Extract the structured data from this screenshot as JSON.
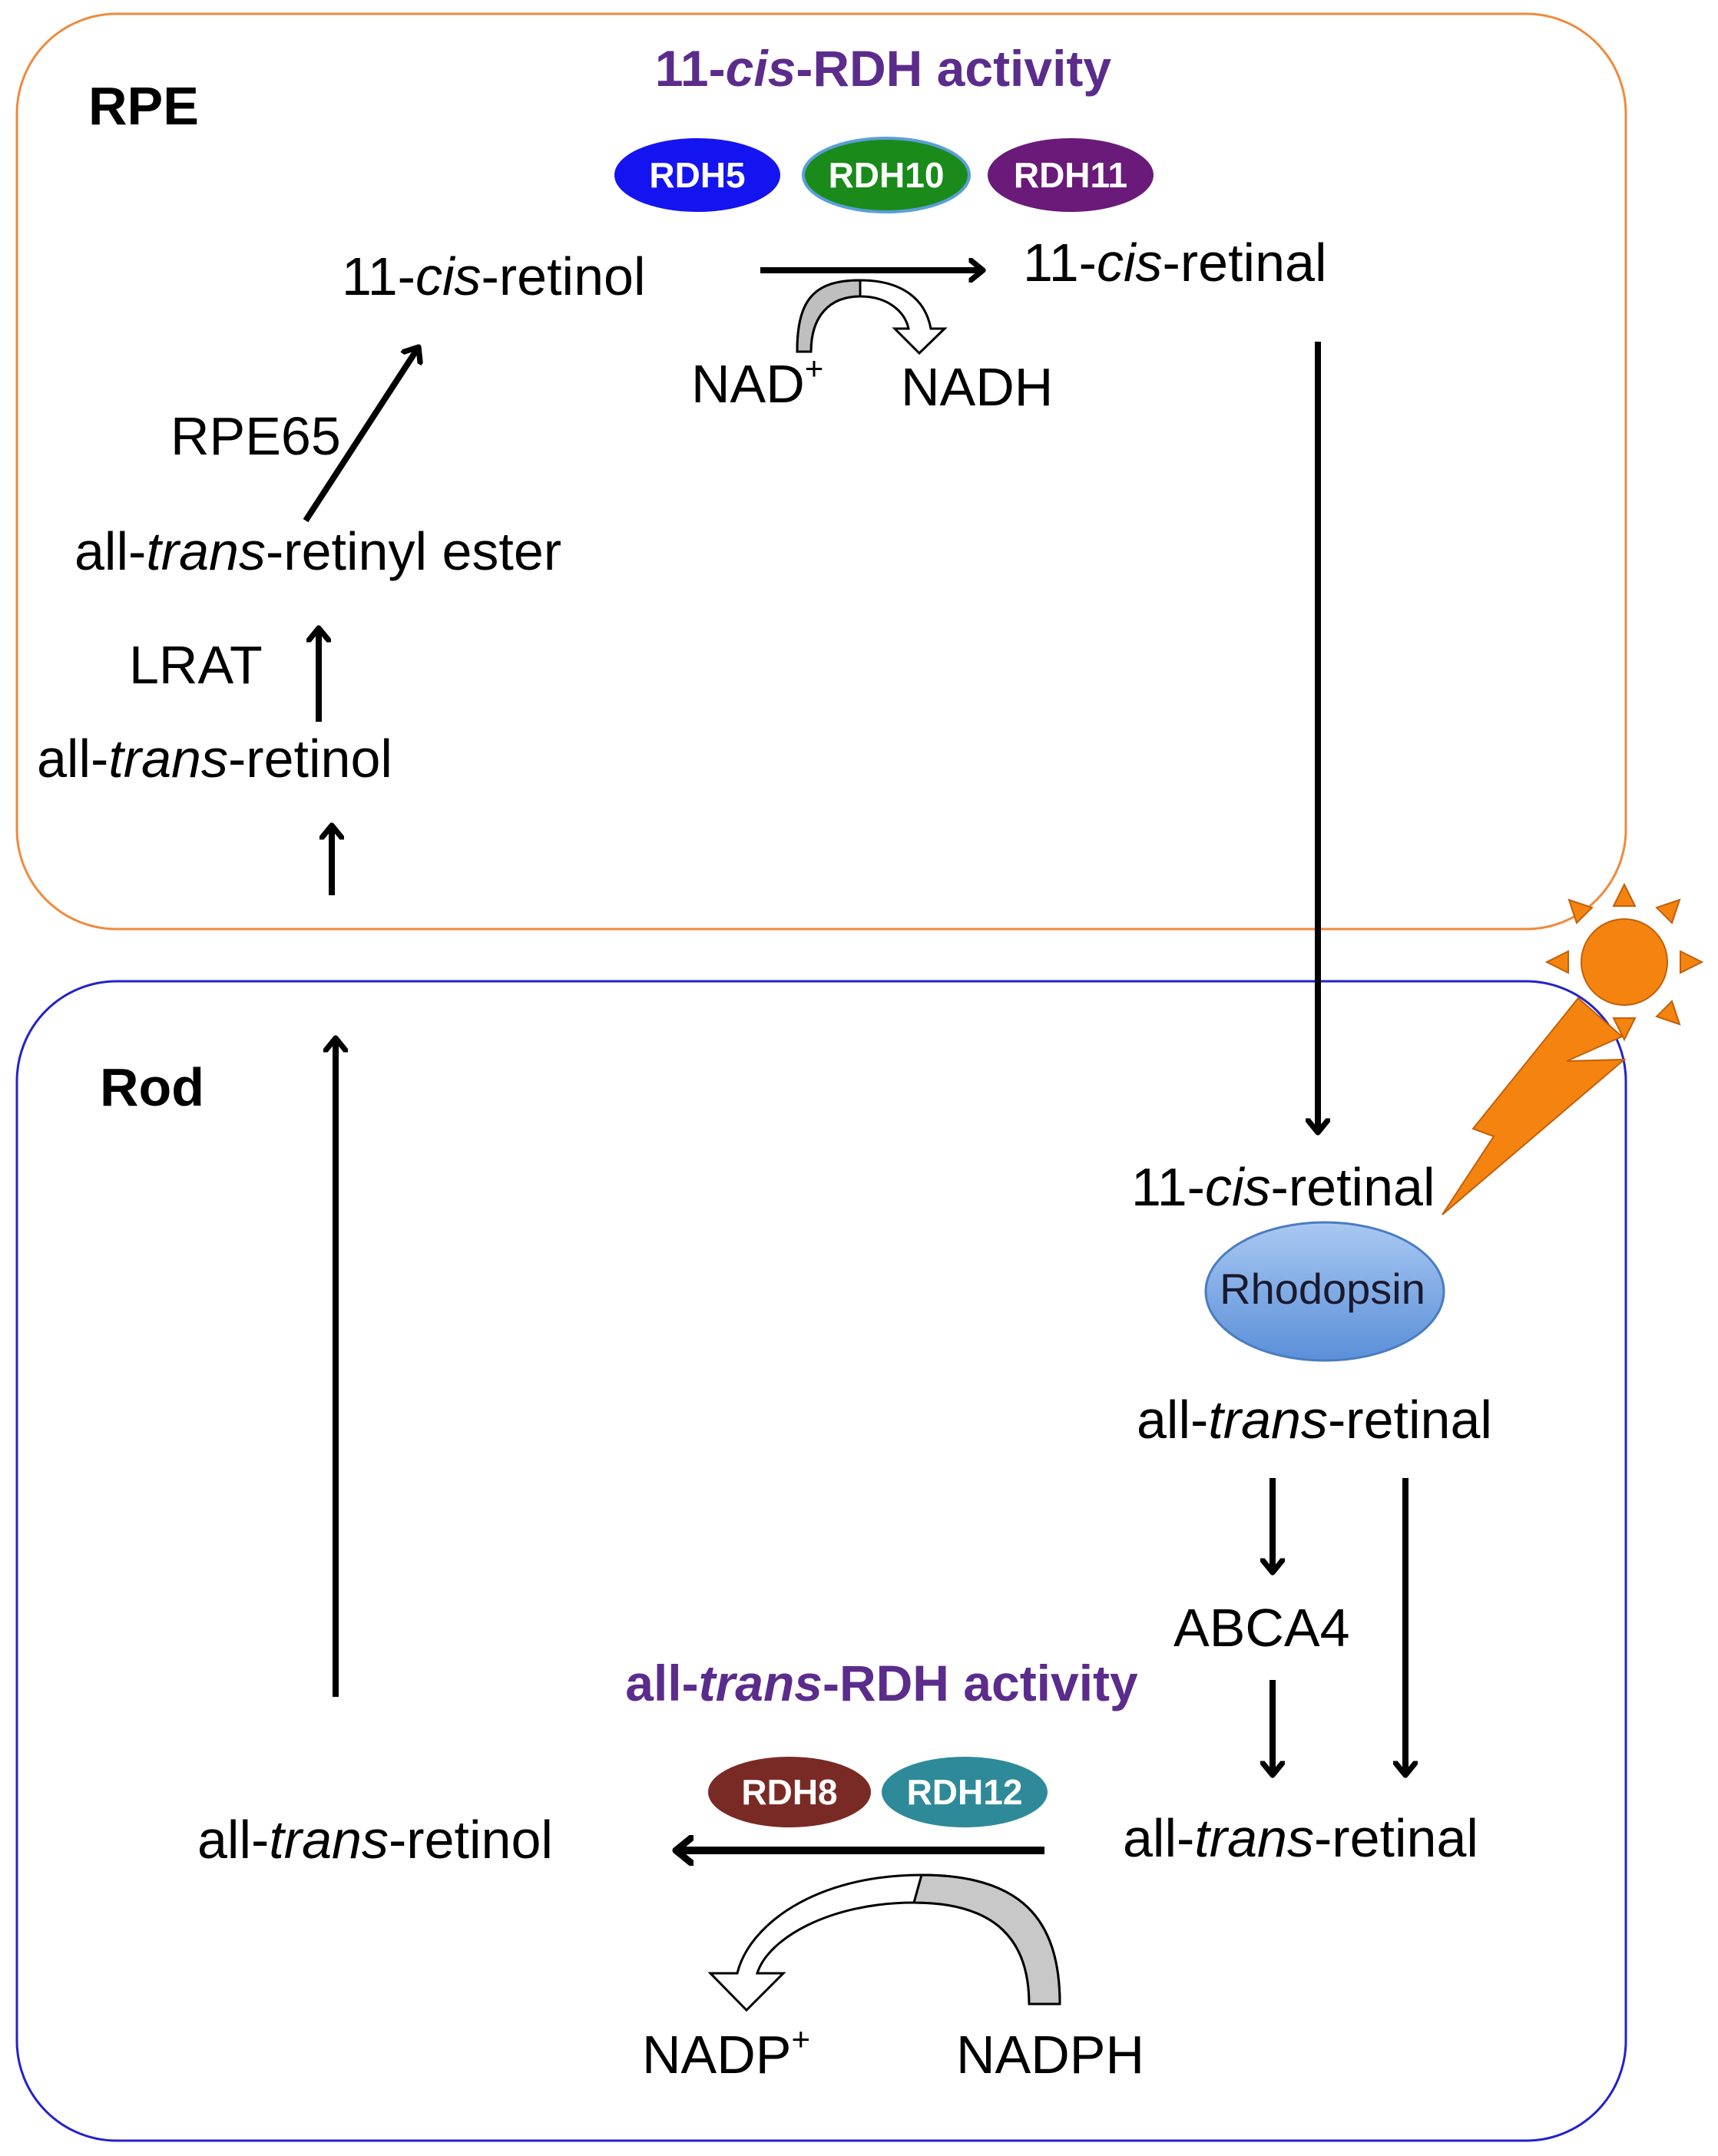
{
  "colors": {
    "rpe_border": "#f08a3c",
    "rod_border": "#2222cc",
    "activity_text": "#5b2c8c",
    "rdh5": "#1414f0",
    "rdh10": "#1a8a1a",
    "rdh11": "#6a1a78",
    "rdh8": "#7a2a24",
    "rdh12": "#2e8a98",
    "rhodopsin": "#6a9ee0",
    "sun": "#f5830f",
    "lightning": "#f5830f"
  },
  "rpe": {
    "title": "RPE",
    "activity": {
      "pre": "11-",
      "italic": "cis",
      "post": "-RDH activity"
    },
    "enzymes": [
      "RDH5",
      "RDH10",
      "RDH11"
    ],
    "cis_retinol": {
      "pre": "11-",
      "italic": "cis",
      "post": "-retinol"
    },
    "cis_retinal": {
      "pre": "11-",
      "italic": "cis",
      "post": "-retinal"
    },
    "nad": "NAD",
    "nad_sup": "+",
    "nadh": "NADH",
    "rpe65": "RPE65",
    "retinyl_ester": {
      "pre": "all-",
      "italic": "trans",
      "post": "-retinyl ester"
    },
    "lrat": "LRAT",
    "trans_retinol": {
      "pre": "all-",
      "italic": "trans",
      "post": "-retinol"
    }
  },
  "rod": {
    "title": "Rod",
    "cis_retinal": {
      "pre": "11-",
      "italic": "cis",
      "post": "-retinal"
    },
    "rhodopsin": "Rhodopsin",
    "trans_retinal_top": {
      "pre": "all-",
      "italic": "trans",
      "post": "-retinal"
    },
    "abca4": "ABCA4",
    "activity": {
      "pre": "all-",
      "italic": "trans",
      "post": "-RDH activity"
    },
    "enzymes": [
      "RDH8",
      "RDH12"
    ],
    "trans_retinal_bottom": {
      "pre": "all-",
      "italic": "trans",
      "post": "-retinal"
    },
    "trans_retinol": {
      "pre": "all-",
      "italic": "trans",
      "post": "-retinol"
    },
    "nadp": "NADP",
    "nadp_sup": "+",
    "nadph": "NADPH"
  }
}
